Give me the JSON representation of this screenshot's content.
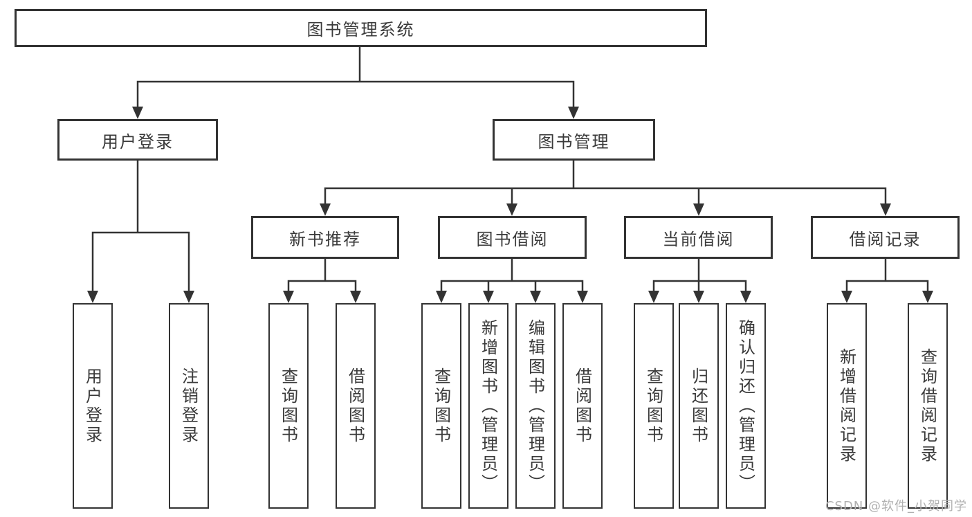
{
  "tree": {
    "root": {
      "label": "图书管理系统"
    },
    "children": [
      {
        "label": "用户登录",
        "children": [
          {
            "label": "用户登录"
          },
          {
            "label": "注销登录"
          }
        ]
      },
      {
        "label": "图书管理",
        "children": [
          {
            "label": "新书推荐",
            "children": [
              {
                "label": "查询图书"
              },
              {
                "label": "借阅图书"
              }
            ]
          },
          {
            "label": "图书借阅",
            "children": [
              {
                "label": "查询图书"
              },
              {
                "label": "新增图书（管理员）"
              },
              {
                "label": "编辑图书（管理员）"
              },
              {
                "label": "借阅图书"
              }
            ]
          },
          {
            "label": "当前借阅",
            "children": [
              {
                "label": "查询图书"
              },
              {
                "label": "归还图书"
              },
              {
                "label": "确认归还（管理员）"
              }
            ]
          },
          {
            "label": "借阅记录",
            "children": [
              {
                "label": "新增借阅记录"
              },
              {
                "label": "查询借阅记录"
              }
            ]
          }
        ]
      }
    ]
  },
  "watermark": {
    "text": "CSDN @软件_小贺同学"
  },
  "colors": {
    "line": "#333333",
    "box_border": "#333333",
    "text": "#3a3a3a",
    "background": "#ffffff",
    "watermark": "#b0b0b0"
  }
}
